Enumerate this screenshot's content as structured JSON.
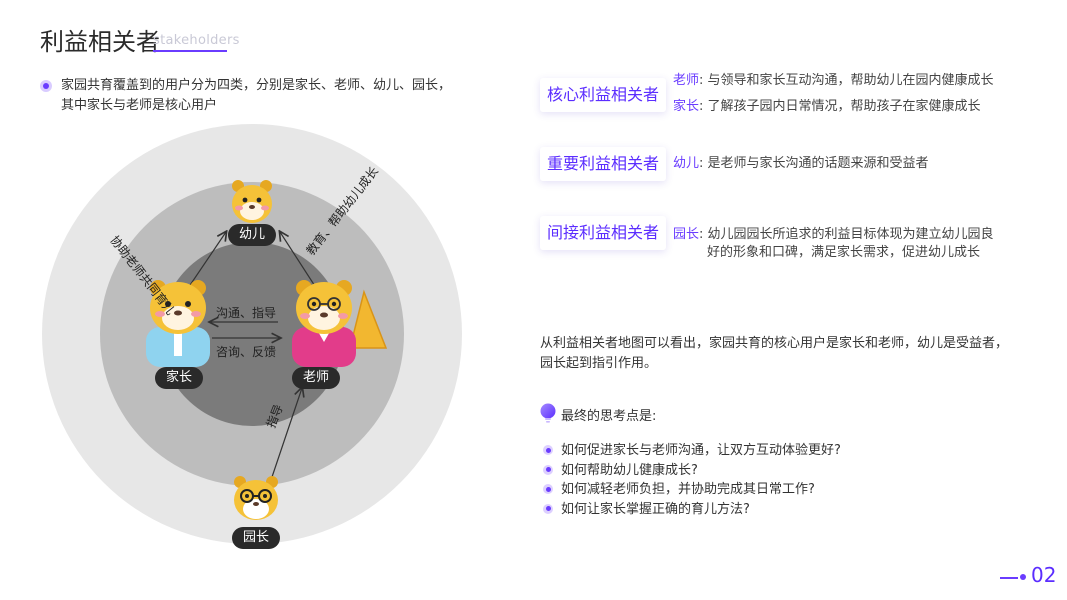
{
  "header": {
    "title": "利益相关者",
    "subtitle_en": "stakeholders"
  },
  "intro": {
    "text": "家园共育覆盖到的用户分为四类，分别是家长、老师、幼儿、园长，其中家长与老师是核心用户"
  },
  "diagram": {
    "nodes": {
      "child": "幼儿",
      "parent": "家长",
      "teacher": "老师",
      "principal": "园长"
    },
    "arrows": {
      "parent_to_child": "协助老师共同育儿",
      "teacher_to_child": "教育、帮助幼儿成长",
      "teacher_to_parent": "沟通、指导",
      "parent_to_teacher": "咨询、反馈",
      "principal_to_teacher": "指导"
    },
    "colors": {
      "outer_ring": "#e7e7e7",
      "middle_ring": "#bdbdbd",
      "inner_circle": "#7b7b7b",
      "mascot": "#f5c238",
      "node_label_bg": "#2a2a2a"
    }
  },
  "stakeholders": [
    {
      "tag": "核心利益相关者",
      "lines": [
        {
          "who": "老师",
          "text": ": 与领导和家长互动沟通，帮助幼儿在园内健康成长"
        },
        {
          "who": "家长",
          "text": ": 了解孩子园内日常情况，帮助孩子在家健康成长"
        }
      ]
    },
    {
      "tag": "重要利益相关者",
      "lines": [
        {
          "who": "幼儿",
          "text": ": 是老师与家长沟通的话题来源和受益者"
        }
      ]
    },
    {
      "tag": "间接利益相关者",
      "lines": [
        {
          "who": "园长",
          "text": ": 幼儿园园长所追求的利益目标体现为建立幼儿园良"
        },
        {
          "who": "",
          "text": "好的形象和口碑，满足家长需求，促进幼儿成长"
        }
      ]
    }
  ],
  "summary": "从利益相关者地图可以看出，家园共育的核心用户是家长和老师，幼儿是受益者，园长起到指引作用。",
  "final_thoughts": {
    "label": "最终的思考点是:",
    "questions": [
      "如何促进家长与老师沟通，让双方互动体验更好?",
      "如何帮助幼儿健康成长?",
      "如何减轻老师负担，并协助完成其日常工作?",
      "如何让家长掌握正确的育儿方法?"
    ]
  },
  "page_number": "02",
  "accent_color": "#6a3cff"
}
